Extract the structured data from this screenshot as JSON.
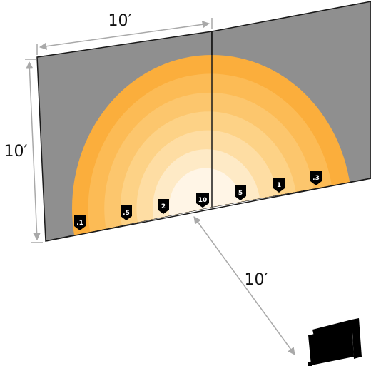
{
  "colors": {
    "wall": "#8f8f8f",
    "wall_edge": "#1a1a1a",
    "dimension_line": "#a9a9a9",
    "marker": "#000000",
    "ring_colors": [
      "#fbae3c",
      "#fcbb55",
      "#fcc66d",
      "#fdd286",
      "#fedda3",
      "#feeac6",
      "#fff5e6"
    ]
  },
  "dimensions": {
    "wall_width": "10′",
    "wall_height": "10′",
    "viewing_distance": "10′"
  },
  "markers": {
    "left_outer": ".1",
    "left_mid": ".5",
    "left_inner": "2",
    "center": "10",
    "right_inner": "5",
    "right_mid": "1",
    "right_outer": ".3"
  },
  "icons": {
    "projector": "projector-icon"
  }
}
